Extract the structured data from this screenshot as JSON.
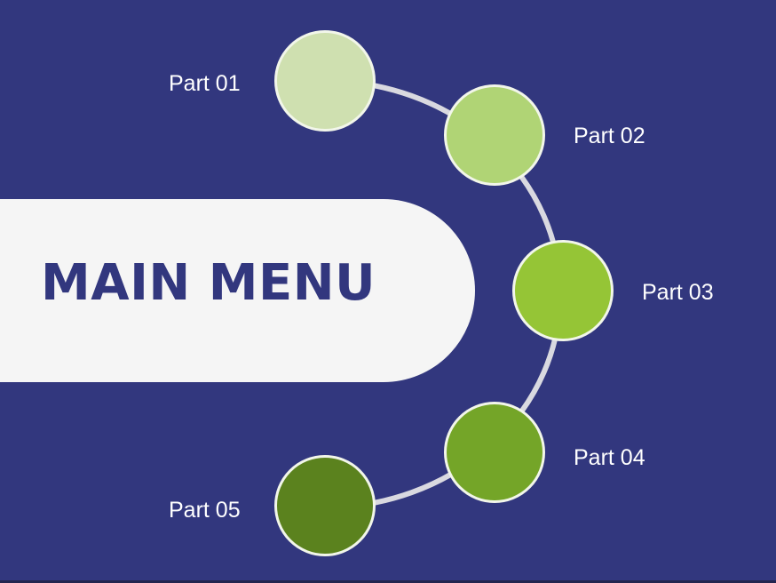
{
  "slide": {
    "title": "MAIN MENU",
    "colors": {
      "background": "#32377e",
      "pill": "#f5f5f5",
      "title": "#32377e",
      "connector": "#d9d9e0",
      "node_border": "#f2f6ea"
    }
  },
  "parts": [
    {
      "label": "Part 01",
      "color": "#cfe0b0"
    },
    {
      "label": "Part 02",
      "color": "#b0d475"
    },
    {
      "label": "Part 03",
      "color": "#95c536"
    },
    {
      "label": "Part 04",
      "color": "#74a528"
    },
    {
      "label": "Part 05",
      "color": "#5b821e"
    }
  ]
}
